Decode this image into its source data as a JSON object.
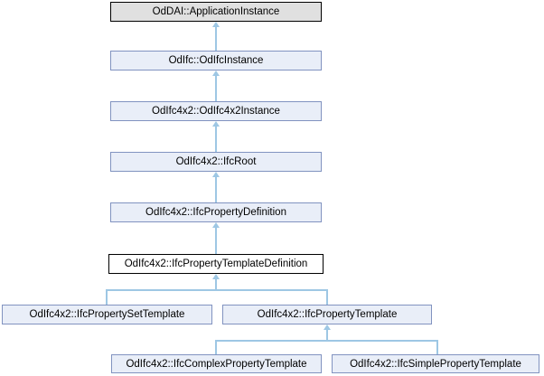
{
  "diagram": {
    "type": "class-inheritance-diagram",
    "nodes": [
      {
        "id": "oddai-applicationinstance",
        "label": "OdDAI::ApplicationInstance",
        "style": "external"
      },
      {
        "id": "odifc-odifcinstance",
        "label": "OdIfc::OdIfcInstance",
        "style": "class"
      },
      {
        "id": "odifc4x2-odifc4x2instance",
        "label": "OdIfc4x2::OdIfc4x2Instance",
        "style": "class"
      },
      {
        "id": "odifc4x2-ifcroot",
        "label": "OdIfc4x2::IfcRoot",
        "style": "class"
      },
      {
        "id": "odifc4x2-ifcpropertydefinition",
        "label": "OdIfc4x2::IfcPropertyDefinition",
        "style": "class"
      },
      {
        "id": "odifc4x2-ifcpropertytemplatedefinition",
        "label": "OdIfc4x2::IfcPropertyTemplateDefinition",
        "style": "current"
      },
      {
        "id": "odifc4x2-ifcpropertysettemplate",
        "label": "OdIfc4x2::IfcPropertySetTemplate",
        "style": "class"
      },
      {
        "id": "odifc4x2-ifcpropertytemplate",
        "label": "OdIfc4x2::IfcPropertyTemplate",
        "style": "class"
      },
      {
        "id": "odifc4x2-ifccomplexpropertytemplate",
        "label": "OdIfc4x2::IfcComplexPropertyTemplate",
        "style": "class"
      },
      {
        "id": "odifc4x2-ifcsimplepropertytemplate",
        "label": "OdIfc4x2::IfcSimplePropertyTemplate",
        "style": "class"
      }
    ],
    "edges": [
      {
        "child": "OdIfc::OdIfcInstance",
        "parent": "OdDAI::ApplicationInstance"
      },
      {
        "child": "OdIfc4x2::OdIfc4x2Instance",
        "parent": "OdIfc::OdIfcInstance"
      },
      {
        "child": "OdIfc4x2::IfcRoot",
        "parent": "OdIfc4x2::OdIfc4x2Instance"
      },
      {
        "child": "OdIfc4x2::IfcPropertyDefinition",
        "parent": "OdIfc4x2::IfcRoot"
      },
      {
        "child": "OdIfc4x2::IfcPropertyTemplateDefinition",
        "parent": "OdIfc4x2::IfcPropertyDefinition"
      },
      {
        "child": "OdIfc4x2::IfcPropertySetTemplate",
        "parent": "OdIfc4x2::IfcPropertyTemplateDefinition"
      },
      {
        "child": "OdIfc4x2::IfcPropertyTemplate",
        "parent": "OdIfc4x2::IfcPropertyTemplateDefinition"
      },
      {
        "child": "OdIfc4x2::IfcComplexPropertyTemplate",
        "parent": "OdIfc4x2::IfcPropertyTemplate"
      },
      {
        "child": "OdIfc4x2::IfcSimplePropertyTemplate",
        "parent": "OdIfc4x2::IfcPropertyTemplate"
      }
    ],
    "colors": {
      "background": "#ffffff",
      "class_node_fill": "#e9eef8",
      "class_node_border": "#8193c0",
      "external_node_fill": "#e0e0e0",
      "external_node_border": "#000000",
      "current_node_fill": "#ffffff",
      "current_node_border": "#000000",
      "edge_line": "#9ec7e4",
      "text": "#000000"
    }
  }
}
